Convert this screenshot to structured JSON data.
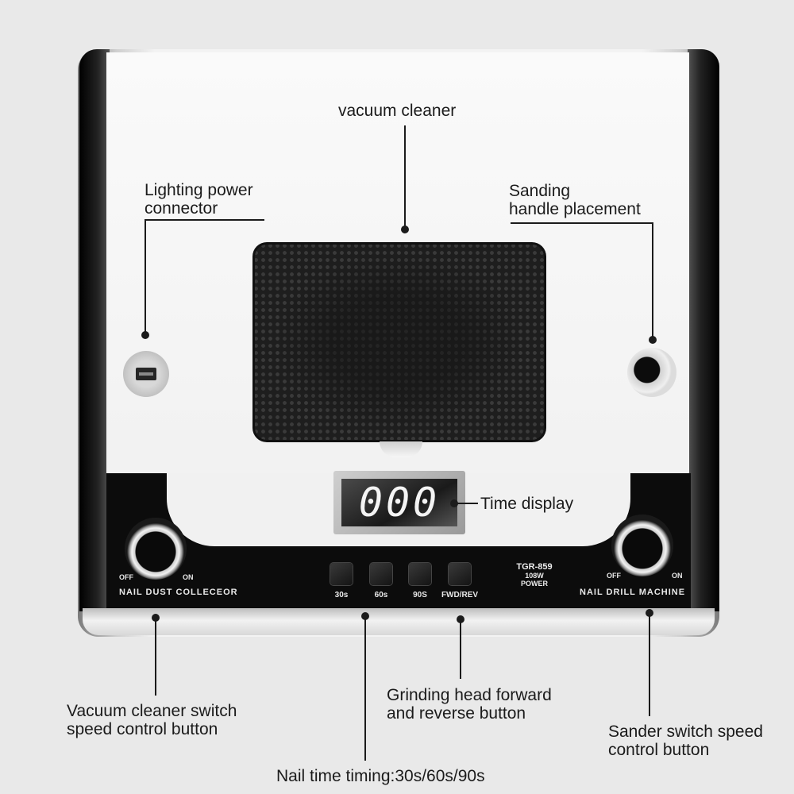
{
  "labels": {
    "vacuum_cleaner": "vacuum cleaner",
    "lighting_line1": "Lighting power",
    "lighting_line2": "connector",
    "sanding_line1": "Sanding",
    "sanding_line2": "handle placement",
    "time_display": "Time display",
    "vacuum_switch_line1": "Vacuum cleaner switch",
    "vacuum_switch_line2": "speed control button",
    "grinding_line1": "Grinding head forward",
    "grinding_line2": "and reverse button",
    "sander_line1": "Sander switch speed",
    "sander_line2": "control button",
    "nail_timing": "Nail time timing:30s/60s/90s"
  },
  "device": {
    "display_value": "000",
    "model": "TGR-859",
    "power_line1": "108W",
    "power_line2": "POWER",
    "left_knob": {
      "off": "OFF",
      "on": "ON",
      "caption": "NAIL  DUST  COLLECEOR"
    },
    "right_knob": {
      "off": "OFF",
      "on": "ON",
      "caption": "NAIL  DRILL  MACHINE"
    },
    "buttons": [
      "30s",
      "60s",
      "90S",
      "FWD/REV"
    ]
  },
  "colors": {
    "background": "#e9e9e9",
    "panel": "#0c0c0c",
    "face": "#f4f4f4",
    "line": "#1b1b1b"
  }
}
